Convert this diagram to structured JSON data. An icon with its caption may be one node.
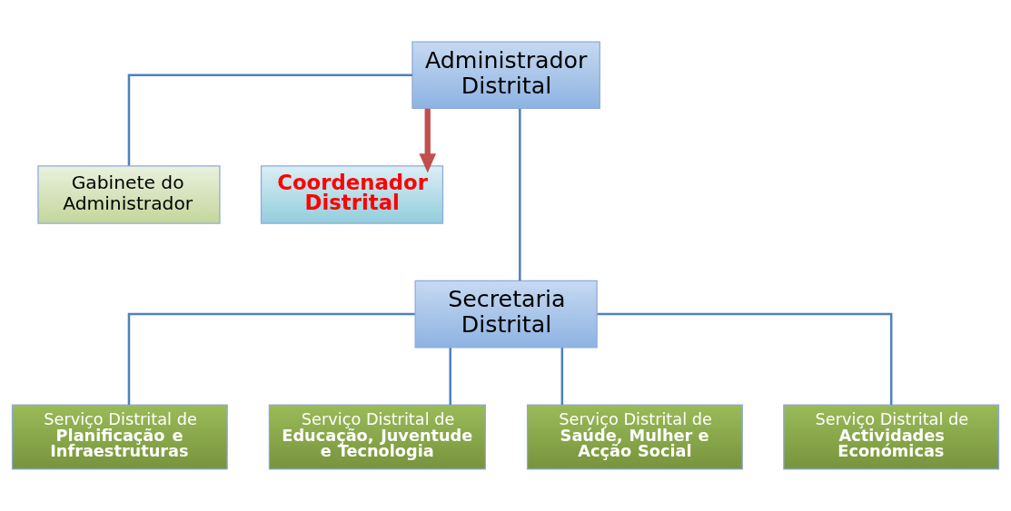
{
  "diagram": {
    "nodes": [
      {
        "text": [
          "Administrador Distrital"
        ]
      },
      {
        "text": [
          "Gabinete do Administrador"
        ]
      },
      {
        "text": [
          "Coordenador Distrital"
        ]
      },
      {
        "text": [
          "Secretaria Distrital"
        ]
      },
      {
        "text": [
          "Serviço Distrital de **Planificação e Infraestruturas**"
        ]
      },
      {
        "text": [
          "Serviço Distrital de **Educação, Juventude e Tecnologia**"
        ]
      },
      {
        "text": [
          "Serviço Distrital de **Saúde, Mulher e Acção Social**"
        ]
      },
      {
        "text": [
          "Serviço Distrital de **Actividades Económicas**"
        ]
      }
    ],
    "edges": [
      {
        "from": 0,
        "to": 3,
        "arrow": "none"
      },
      {
        "from": 0,
        "to": 1,
        "arrow": "none"
      },
      {
        "from": 0,
        "to": 2,
        "arrow": "to",
        "style": "thick",
        "color": "#c0504d"
      },
      {
        "from": 3,
        "to": 4,
        "arrow": "none"
      },
      {
        "from": 3,
        "to": 5,
        "arrow": "none"
      },
      {
        "from": 3,
        "to": 6,
        "arrow": "none"
      },
      {
        "from": 3,
        "to": 7,
        "arrow": "none"
      }
    ]
  }
}
